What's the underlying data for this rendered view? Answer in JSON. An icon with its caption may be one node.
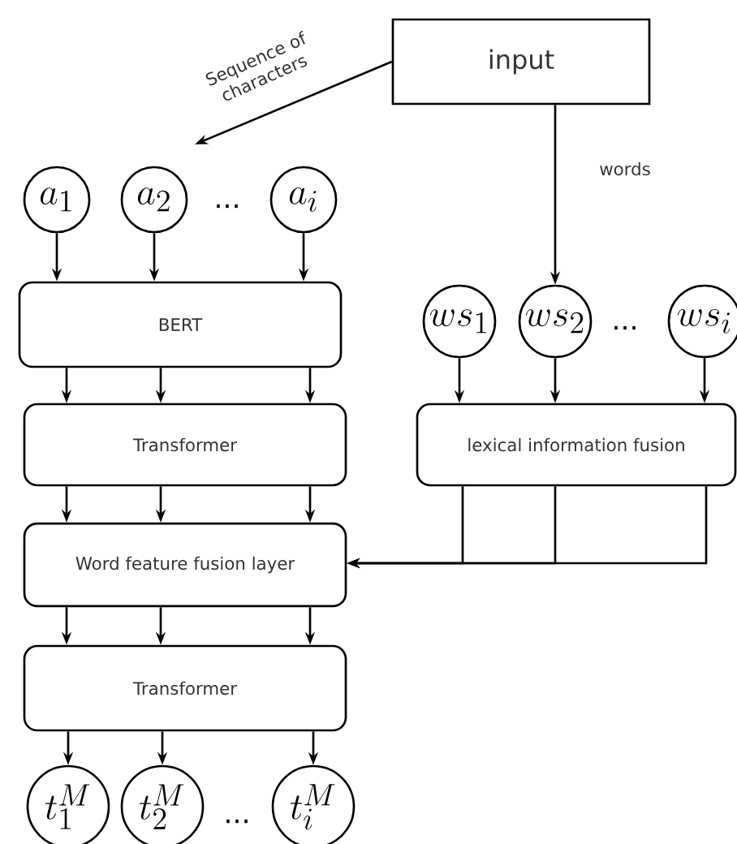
{
  "diagram": {
    "nodes": [
      {
        "text": [
          "input"
        ]
      },
      {
        "text": [
          "a_{1}"
        ]
      },
      {
        "text": [
          "a_{2}"
        ]
      },
      {
        "text": [
          "a_{i}"
        ]
      },
      {
        "text": [
          "BERT"
        ]
      },
      {
        "text": [
          "ws_{1}"
        ]
      },
      {
        "text": [
          "ws_{2}"
        ]
      },
      {
        "text": [
          "ws_{i}"
        ]
      },
      {
        "text": [
          "Transformer"
        ]
      },
      {
        "text": [
          "lexical information fusion"
        ]
      },
      {
        "text": [
          "Word feature fusion layer"
        ]
      },
      {
        "text": [
          "Transformer"
        ]
      },
      {
        "text": [
          "t_{1}^{M}"
        ]
      },
      {
        "text": [
          "t_{2}^{M}"
        ]
      },
      {
        "text": [
          "t_{i}^{M}"
        ]
      }
    ],
    "edges": [
      {
        "from": 0,
        "to": null,
        "arrow": "to",
        "label": "Sequence of characters"
      },
      {
        "from": 0,
        "to": 6,
        "arrow": "to",
        "label": "words"
      },
      {
        "from": 1,
        "to": 4,
        "arrow": "to"
      },
      {
        "from": 2,
        "to": 4,
        "arrow": "to"
      },
      {
        "from": 3,
        "to": 4,
        "arrow": "to"
      },
      {
        "from": 4,
        "to": 8,
        "arrow": "to"
      },
      {
        "from": 4,
        "to": 8,
        "arrow": "to"
      },
      {
        "from": 4,
        "to": 8,
        "arrow": "to"
      },
      {
        "from": 5,
        "to": 9,
        "arrow": "to"
      },
      {
        "from": 6,
        "to": 9,
        "arrow": "to"
      },
      {
        "from": 7,
        "to": 9,
        "arrow": "to"
      },
      {
        "from": 8,
        "to": 10,
        "arrow": "to"
      },
      {
        "from": 8,
        "to": 10,
        "arrow": "to"
      },
      {
        "from": 8,
        "to": 10,
        "arrow": "to"
      },
      {
        "from": 9,
        "to": 10,
        "arrow": "to"
      },
      {
        "from": 9,
        "to": 10,
        "arrow": "to"
      },
      {
        "from": 9,
        "to": 10,
        "arrow": "to"
      },
      {
        "from": 10,
        "to": 11,
        "arrow": "to"
      },
      {
        "from": 10,
        "to": 11,
        "arrow": "to"
      },
      {
        "from": 10,
        "to": 11,
        "arrow": "to"
      },
      {
        "from": 11,
        "to": 12,
        "arrow": "to"
      },
      {
        "from": 11,
        "to": 13,
        "arrow": "to"
      },
      {
        "from": 11,
        "to": 14,
        "arrow": "to"
      }
    ],
    "labels": [
      "...",
      "...",
      "..."
    ]
  }
}
